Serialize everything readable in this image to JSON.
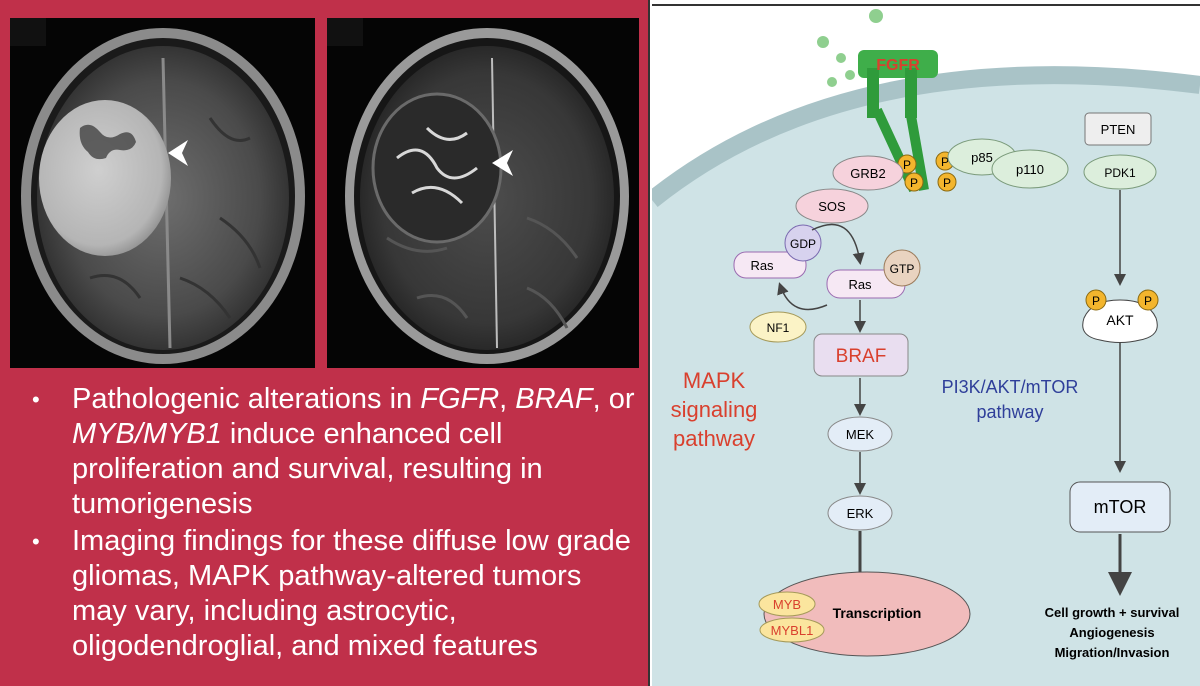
{
  "bullets": {
    "b1": {
      "p1": "Pathologenic alterations in ",
      "i1": "FGFR",
      "p2": ", ",
      "i2": "BRAF",
      "p3": ", or ",
      "i3": "MYB/MYB1",
      "p4": " induce enhanced cell proliferation and survival, resulting in tumorigenesis"
    },
    "b2": "Imaging findings for these diffuse low grade gliomas, MAPK pathway-altered tumors may vary, including astrocytic, oligodendroglial, and mixed features"
  },
  "diagram": {
    "receptor": "FGFR",
    "phospho": "P",
    "grb2": "GRB2",
    "sos": "SOS",
    "gdp": "GDP",
    "gtp": "GTP",
    "ras_inactive": "Ras",
    "ras_active": "Ras",
    "nf1": "NF1",
    "braf": "BRAF",
    "mek": "MEK",
    "erk": "ERK",
    "myb": "MYB",
    "mybl1": "MYBL1",
    "transcription": "Transcription",
    "mapk_label": [
      "MAPK",
      "signaling",
      "pathway"
    ],
    "pi3k_label": [
      "PI3K/AKT/mTOR",
      "pathway"
    ],
    "p85": "p85",
    "p110": "p110",
    "pten": "PTEN",
    "pdk1": "PDK1",
    "akt": "AKT",
    "mtor": "mTOR",
    "outcomes": [
      "Cell growth + survival",
      "Angiogenesis",
      "Migration/Invasion"
    ]
  },
  "colors": {
    "slide_bg": "#c0304a",
    "cell_fill": "#cfe3e6",
    "membrane": "#a9c3c7",
    "mapk_text": "#d9402e",
    "pi3k_text": "#2f3f9a",
    "receptor_green": "#3fae4a",
    "phospho_yellow": "#f3b52d"
  }
}
